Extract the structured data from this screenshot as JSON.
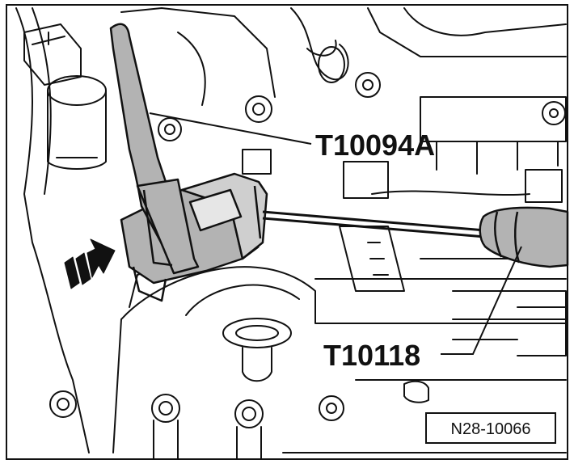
{
  "callouts": {
    "tool_1": "T10094A",
    "tool_2": "T10118"
  },
  "figure_code": "N28-10066",
  "icons": {
    "arrow": "hatched-arrow-icon"
  },
  "colors": {
    "line": "#111111",
    "shade": "#b3b3b3",
    "background": "#ffffff"
  }
}
